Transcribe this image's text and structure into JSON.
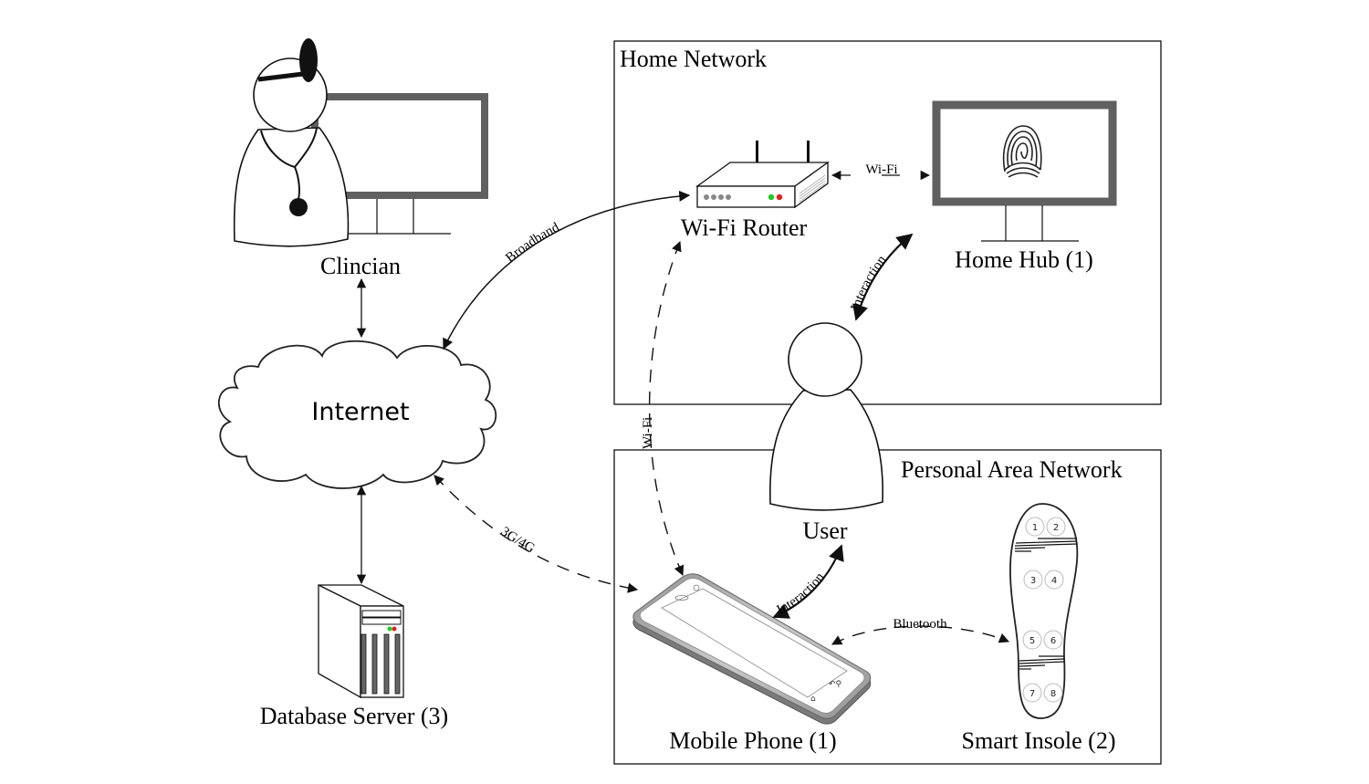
{
  "diagram": {
    "groups": {
      "home_network": "Home Network",
      "personal_area_network": "Personal Area Network"
    },
    "nodes": {
      "clinician": "Clincian",
      "internet": "Internet",
      "database_server": "Database Server (3)",
      "wifi_router": "Wi-Fi Router",
      "home_hub": "Home Hub (1)",
      "user": "User",
      "mobile_phone": "Mobile Phone (1)",
      "smart_insole": "Smart Insole (2)"
    },
    "edges": {
      "broadband": "Broadband",
      "wifi_router_hub": "Wi-Fi",
      "wifi_router_phone": "Wi-Fi",
      "interaction_hub": "Interaction",
      "interaction_phone": "Interaction",
      "cellular": "3G/4G",
      "bluetooth": "Bluetooth"
    },
    "insole_sensors": [
      "1",
      "2",
      "3",
      "4",
      "5",
      "6",
      "7",
      "8"
    ],
    "colors": {
      "monitor_frame": "#606060",
      "led_green": "#22cc22",
      "led_red": "#dd2222",
      "phone_body": "#a0a0a0"
    }
  }
}
